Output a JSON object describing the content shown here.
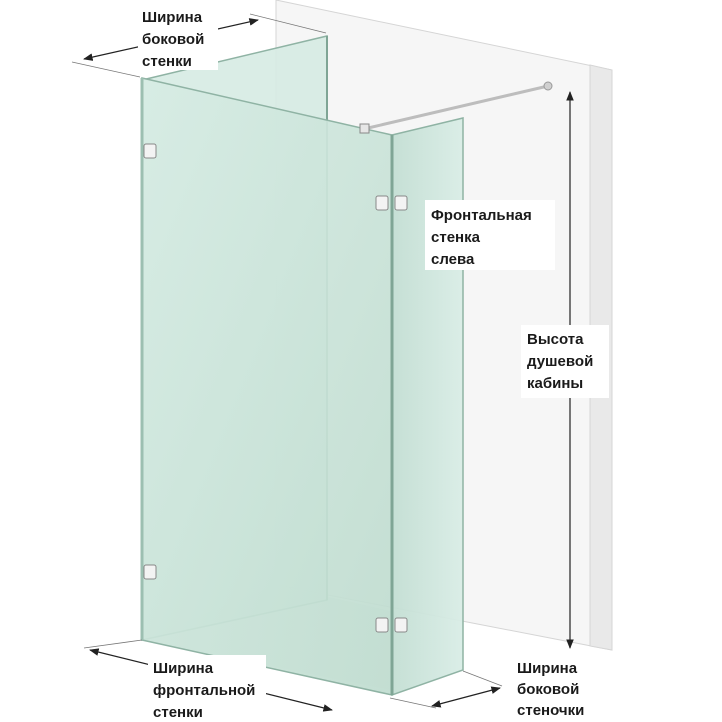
{
  "labels": {
    "side_wall_width_top": [
      "Ширина",
      "боковой",
      "стенки"
    ],
    "front_wall_left": [
      "Фронтальная",
      "стенка",
      "слева"
    ],
    "cabin_height": [
      "Высота",
      "душевой",
      "кабины"
    ],
    "front_wall_width": [
      "Ширина",
      "фронтальной",
      "стенки"
    ],
    "side_panel_width_bottom": [
      "Ширина",
      "боковой",
      "стеночки"
    ]
  },
  "colors": {
    "wall_face": "#f7f7f7",
    "wall_side": "#ececec",
    "glass_front": "#c9e4d9",
    "glass_side": "#d8ece4",
    "glass_edge": "#8fb3a4",
    "hardware": "#c8c8c8",
    "dimension_line": "#222222"
  }
}
